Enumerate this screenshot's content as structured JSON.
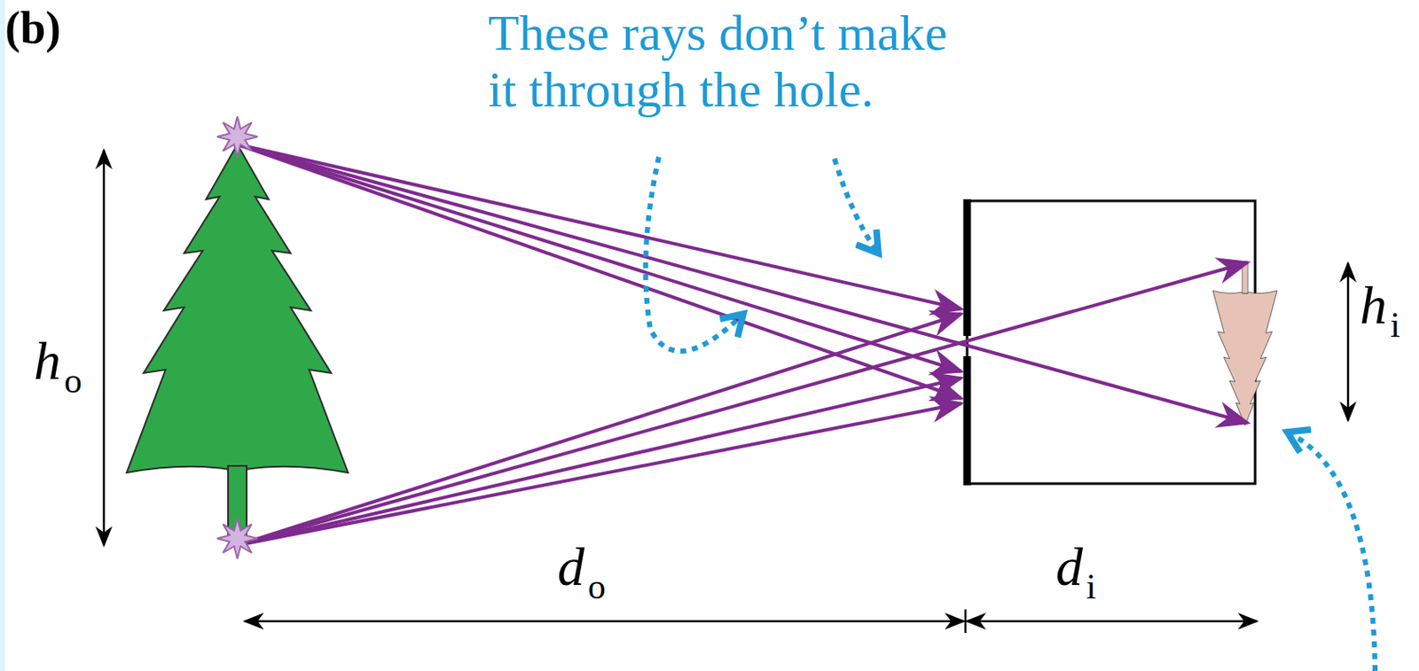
{
  "diagram": {
    "labels": [
      "(b)",
      "These rays don’t make it through the hole.",
      "h",
      "o",
      "d",
      "o",
      "d",
      "i",
      "h",
      "i"
    ]
  }
}
